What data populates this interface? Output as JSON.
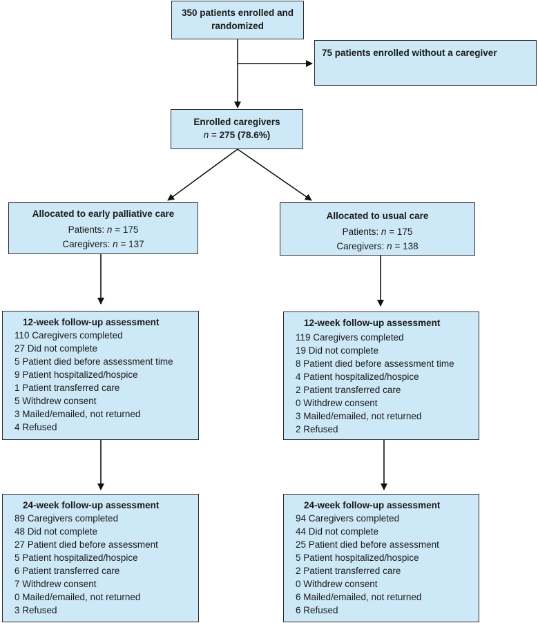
{
  "enrolled": {
    "line1": "350 patients enrolled and",
    "line2": "randomized"
  },
  "no_caregiver": {
    "text": "75 patients enrolled without a caregiver"
  },
  "caregivers": {
    "title": "Enrolled caregivers",
    "n_label": "n",
    "eq": " = ",
    "value": "275 (78.6%)"
  },
  "early": {
    "title": "Allocated to early palliative care",
    "patients_label": "Patients: ",
    "patients_value": " = 175",
    "caregivers_label": "Caregivers: ",
    "caregivers_value": " = 137"
  },
  "usual": {
    "title": "Allocated to usual care",
    "patients_label": "Patients: ",
    "patients_value": " = 175",
    "caregivers_label": "Caregivers: ",
    "caregivers_value": " = 138"
  },
  "n_symbol": "n",
  "early_12": {
    "title": "12-week follow-up assessment",
    "rows": [
      "110 Caregivers completed",
      "27 Did not complete",
      "5 Patient died before assessment time",
      "9 Patient hospitalized/hospice",
      "1 Patient transferred care",
      "5 Withdrew consent",
      "3 Mailed/emailed, not returned",
      "4 Refused"
    ]
  },
  "usual_12": {
    "title": "12-week follow-up assessment",
    "rows": [
      "119 Caregivers completed",
      "19 Did not complete",
      "8 Patient died before assessment time",
      "4 Patient hospitalized/hospice",
      "2 Patient transferred care",
      "0 Withdrew consent",
      "3 Mailed/emailed, not returned",
      "2 Refused"
    ]
  },
  "early_24": {
    "title": "24-week follow-up assessment",
    "rows": [
      "89 Caregivers completed",
      "48 Did not complete",
      "27 Patient died before assessment",
      "5 Patient hospitalized/hospice",
      "6 Patient transferred care",
      "7 Withdrew consent",
      "0 Mailed/emailed, not returned",
      "3 Refused"
    ]
  },
  "usual_24": {
    "title": "24-week follow-up assessment",
    "rows": [
      "94 Caregivers completed",
      "44 Did not complete",
      "25 Patient died before assessment",
      "5 Patient hospitalized/hospice",
      "2 Patient transferred care",
      "0 Withdrew consent",
      "6 Mailed/emailed, not returned",
      "6 Refused"
    ]
  }
}
